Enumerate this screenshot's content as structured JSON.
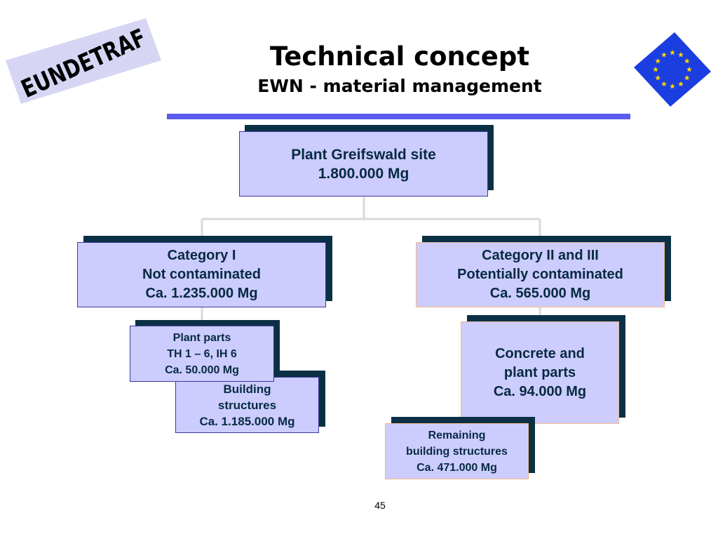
{
  "header": {
    "title": "Technical concept",
    "subtitle": "EWN - material management",
    "logo_text": "EUNDETRAF",
    "flag_icon": "eu-flag-icon"
  },
  "colors": {
    "box_fill": "#ccccff",
    "box_shadow": "#0b3046",
    "box_text": "#062a40",
    "rule": "#5b5bf0",
    "connector": "#d9d9d9",
    "flag_blue": "#1a3ee0",
    "flag_stars": "#ffd400"
  },
  "diagram": {
    "root": {
      "lines": [
        "Plant Greifswald site",
        "1.800.000 Mg"
      ]
    },
    "category_1": {
      "lines": [
        "Category I",
        "Not contaminated",
        "Ca. 1.235.000 Mg"
      ],
      "children": [
        {
          "lines": [
            "Plant parts",
            "TH 1 – 6, IH 6",
            "Ca. 50.000 Mg"
          ]
        },
        {
          "lines": [
            "Building",
            "structures",
            "Ca. 1.185.000 Mg"
          ]
        }
      ]
    },
    "category_2": {
      "lines": [
        "Category II and III",
        "Potentially contaminated",
        "Ca. 565.000 Mg"
      ],
      "children": [
        {
          "lines": [
            "Concrete and",
            "plant parts",
            "Ca. 94.000 Mg"
          ]
        },
        {
          "lines": [
            "Remaining",
            "building structures",
            "Ca. 471.000 Mg"
          ]
        }
      ]
    }
  },
  "footer": {
    "page_number": "45"
  }
}
